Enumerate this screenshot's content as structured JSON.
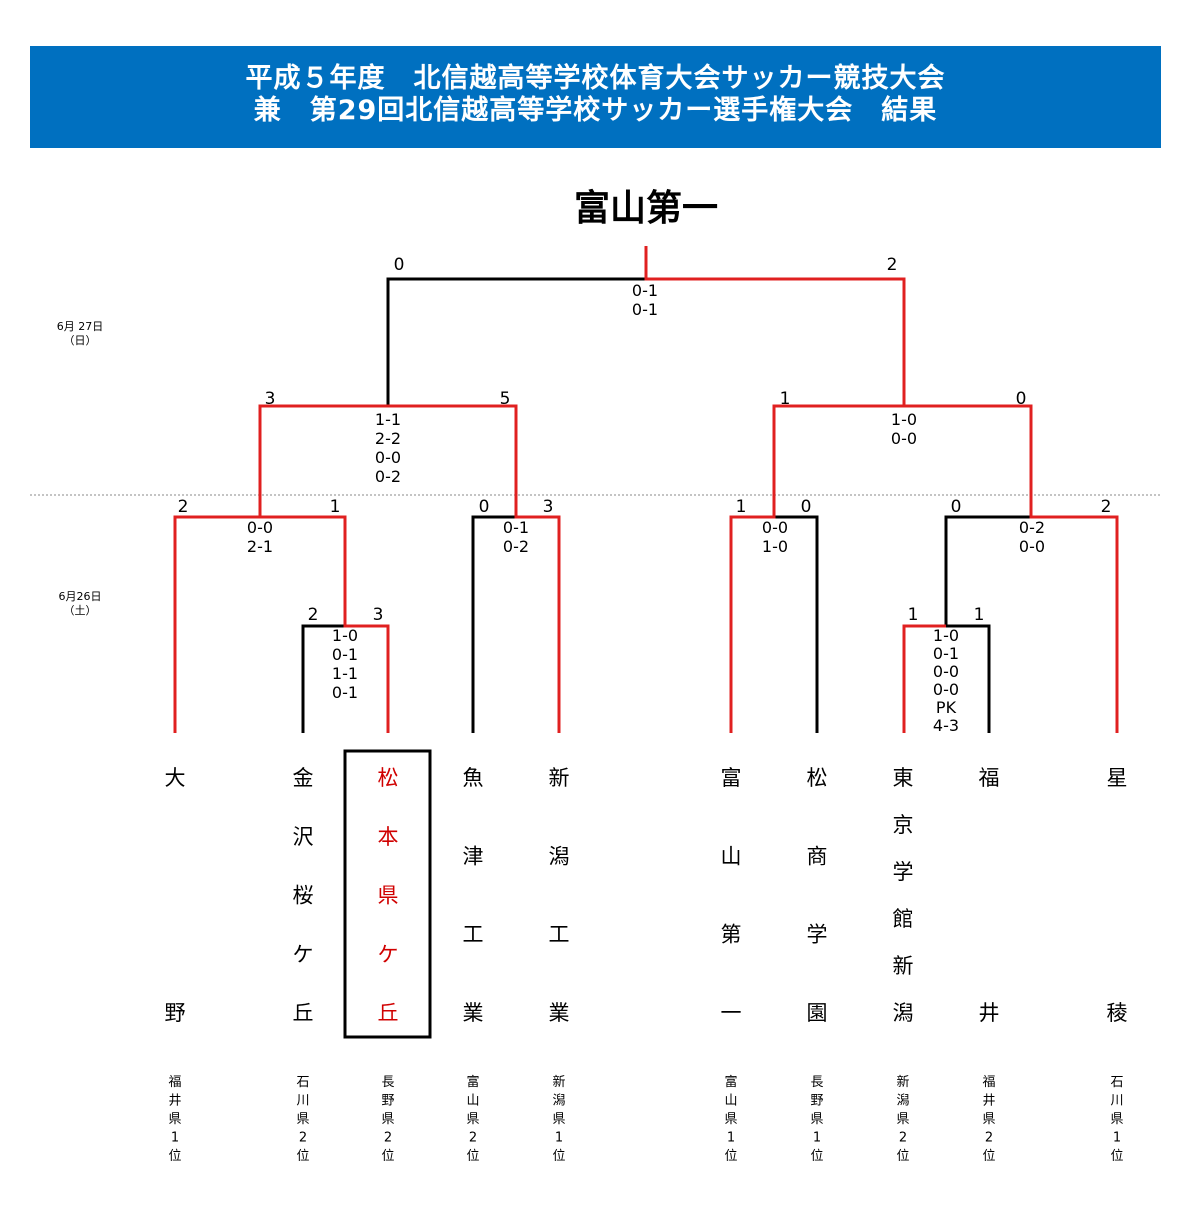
{
  "title": {
    "line1": "平成５年度　北信越高等学校体育大会サッカー競技大会",
    "line2": "兼　第29回北信越高等学校サッカー選手権大会　結果"
  },
  "champion": "富山第一",
  "dates": {
    "day2": {
      "date": "6月 27日",
      "weekday": "（日）"
    },
    "day1": {
      "date": "6月26日",
      "weekday": "（土）"
    }
  },
  "colors": {
    "banner": "#0070c0",
    "winner_line": "#e02020",
    "loser_line": "#000000",
    "winner_text": "#d00000"
  },
  "teams": [
    {
      "name": "大野",
      "pref": "福井県1位"
    },
    {
      "name": "金沢桜ケ丘",
      "pref": "石川県2位"
    },
    {
      "name": "松本県ケ丘",
      "pref": "長野県2位"
    },
    {
      "name": "魚津工業",
      "pref": "富山県2位"
    },
    {
      "name": "新潟工業",
      "pref": "新潟県1位"
    },
    {
      "name": "富山第一",
      "pref": "富山県1位"
    },
    {
      "name": "松商学園",
      "pref": "長野県1位"
    },
    {
      "name": "東京学館新潟",
      "pref": "新潟県2位"
    },
    {
      "name": "福井",
      "pref": "福井県2位"
    },
    {
      "name": "星稜",
      "pref": "石川県1位"
    }
  ],
  "matches": {
    "r1_left": {
      "score_a": "2",
      "score_b": "3",
      "sets": [
        "1-0",
        "0-1",
        "1-1",
        "0-1"
      ]
    },
    "r1_right": {
      "score_a": "1",
      "score_b": "1",
      "sets": [
        "1-0",
        "0-1",
        "0-0",
        "0-0",
        "PK",
        "4-3"
      ]
    },
    "qf1": {
      "score_a": "2",
      "score_b": "1",
      "sets": [
        "0-0",
        "2-1"
      ]
    },
    "qf2": {
      "score_a": "0",
      "score_b": "3",
      "sets": [
        "0-1",
        "0-2"
      ]
    },
    "qf3": {
      "score_a": "1",
      "score_b": "0",
      "sets": [
        "0-0",
        "1-0"
      ]
    },
    "qf4": {
      "score_a": "0",
      "score_b": "2",
      "sets": [
        "0-2",
        "0-0"
      ]
    },
    "sf1": {
      "score_a": "3",
      "score_b": "5",
      "sets": [
        "1-1",
        "2-2",
        "0-0",
        "0-2"
      ]
    },
    "sf2": {
      "score_a": "1",
      "score_b": "0",
      "sets": [
        "1-0",
        "0-0"
      ]
    },
    "final": {
      "score_a": "0",
      "score_b": "2",
      "sets": [
        "0-1",
        "0-1"
      ]
    }
  }
}
